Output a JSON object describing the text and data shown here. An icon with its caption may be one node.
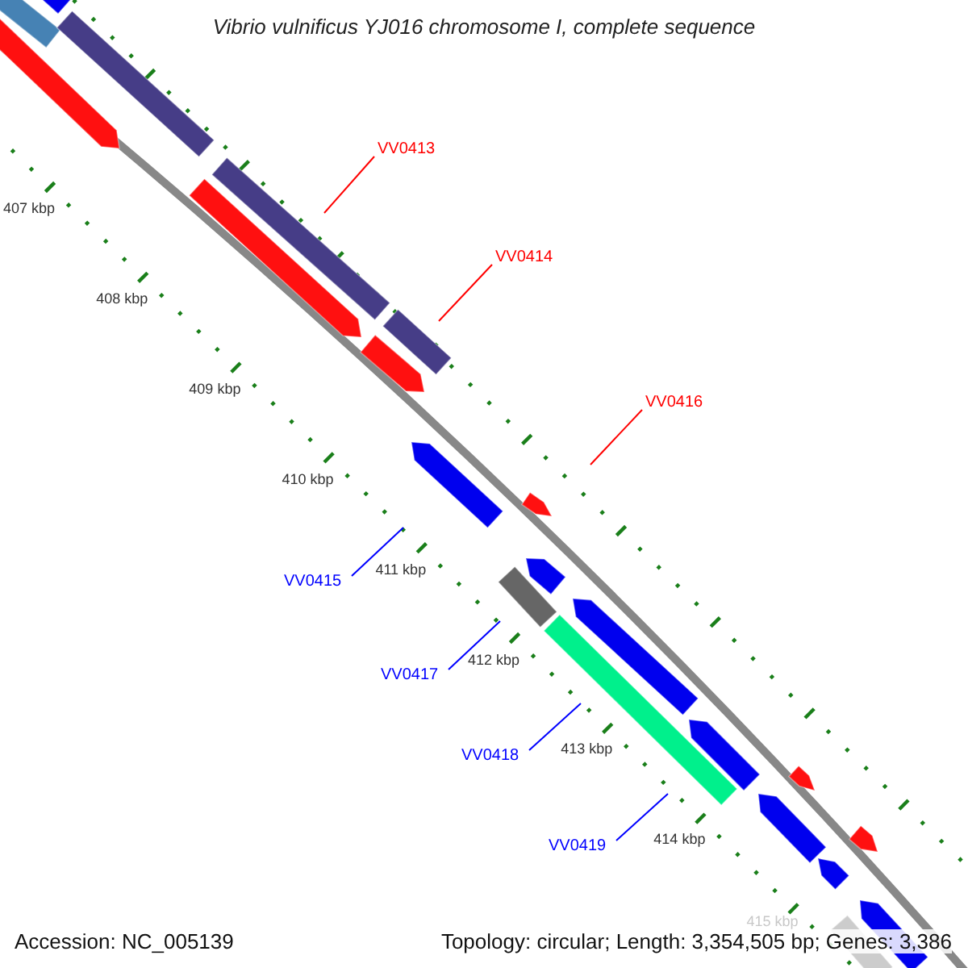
{
  "diagram": {
    "title": "Vibrio vulnificus YJ016 chromosome I, complete sequence",
    "nodes": [
      {
        "text": [
          "VV0413"
        ]
      },
      {
        "text": [
          "VV0414"
        ]
      },
      {
        "text": [
          "VV0416"
        ]
      },
      {
        "text": [
          "VV0415"
        ]
      },
      {
        "text": [
          "VV0417"
        ]
      },
      {
        "text": [
          "VV0418"
        ]
      },
      {
        "text": [
          "VV0419"
        ]
      }
    ],
    "edges": [
      {
        "from": 0,
        "to": null,
        "arrow": "none",
        "color": "#ff0000"
      },
      {
        "from": 1,
        "to": null,
        "arrow": "none",
        "color": "#ff0000"
      },
      {
        "from": 2,
        "to": null,
        "arrow": "none",
        "color": "#ff0000"
      },
      {
        "from": 3,
        "to": null,
        "arrow": "none"
      },
      {
        "from": 4,
        "to": null,
        "arrow": "none"
      },
      {
        "from": 5,
        "to": null,
        "arrow": "none"
      },
      {
        "from": 6,
        "to": null,
        "arrow": "none"
      }
    ],
    "labels": [
      "407 kbp",
      "408 kbp",
      "409 kbp",
      "410 kbp",
      "411 kbp",
      "412 kbp",
      "413 kbp",
      "414 kbp",
      "415 kbp",
      "Accession: NC_005139",
      "Topology: circular; Length: 3,354,505 bp; Genes: 3,386"
    ]
  }
}
